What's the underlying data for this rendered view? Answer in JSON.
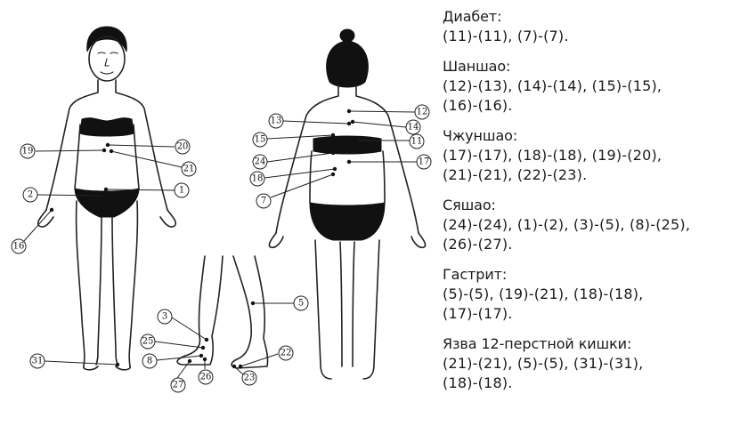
{
  "legend": {
    "groups": [
      {
        "title": "Диабет:",
        "lines": [
          "(11)-(11), (7)-(7)."
        ]
      },
      {
        "title": "Шаншао:",
        "lines": [
          "(12)-(13), (14)-(14), (15)-(15),",
          "(16)-(16)."
        ]
      },
      {
        "title": "Чжуншао:",
        "lines": [
          "(17)-(17), (18)-(18), (19)-(20),",
          "(21)-(21), (22)-(23)."
        ]
      },
      {
        "title": "Сяшао:",
        "lines": [
          "(24)-(24), (1)-(2), (3)-(5), (8)-(25),",
          "(26)-(27)."
        ]
      },
      {
        "title": "Гастрит:",
        "lines": [
          "(5)-(5), (19)-(21), (18)-(18),",
          "(17)-(17)."
        ]
      },
      {
        "title": "Язва 12-перстной кишки:",
        "lines": [
          "(21)-(21), (5)-(5), (31)-(31),",
          "(18)-(18)."
        ]
      }
    ]
  },
  "points": [
    {
      "label": "19"
    },
    {
      "label": "20"
    },
    {
      "label": "21"
    },
    {
      "label": "2"
    },
    {
      "label": "1"
    },
    {
      "label": "16"
    },
    {
      "label": "31"
    },
    {
      "label": "13"
    },
    {
      "label": "15"
    },
    {
      "label": "24"
    },
    {
      "label": "18"
    },
    {
      "label": "7"
    },
    {
      "label": "12"
    },
    {
      "label": "14"
    },
    {
      "label": "11"
    },
    {
      "label": "17"
    },
    {
      "label": "3"
    },
    {
      "label": "25"
    },
    {
      "label": "8"
    },
    {
      "label": "27"
    },
    {
      "label": "26"
    },
    {
      "label": "5"
    },
    {
      "label": "22"
    },
    {
      "label": "23"
    }
  ]
}
